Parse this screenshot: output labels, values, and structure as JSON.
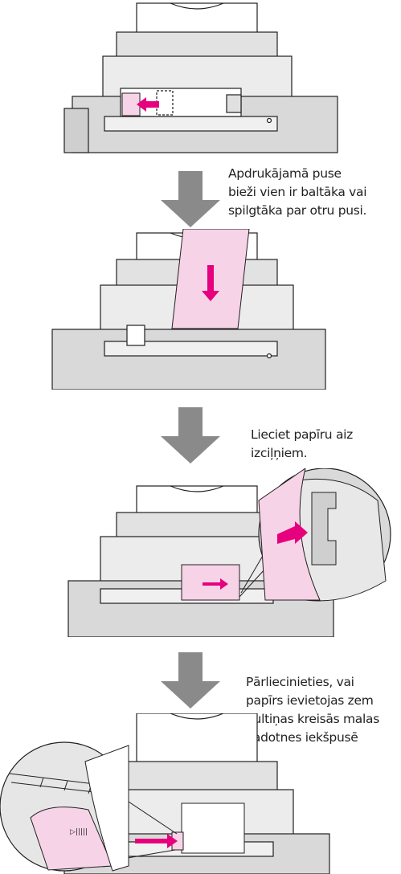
{
  "steps": [
    {
      "note": []
    },
    {
      "note": [
        "Apdrukājamā puse",
        "bieži vien ir baltāka vai",
        "spilgtāka par otru pusi."
      ]
    },
    {
      "note": [
        "Lieciet papīru aiz",
        "izciļņiem."
      ]
    },
    {
      "note": [
        "Pārliecinieties, vai",
        "papīrs ievietojas zem",
        "bultiņas kreisās malas",
        "vadotnes iekšpusē"
      ]
    }
  ],
  "inset_glyph": "▷|||||",
  "colors": {
    "paper_pink": "#f6d3e7",
    "arrow_magenta": "#e6007e",
    "gray_arrow": "#8a8a8a",
    "line": "#231f20",
    "printer_gray": "#d9d9d9"
  }
}
